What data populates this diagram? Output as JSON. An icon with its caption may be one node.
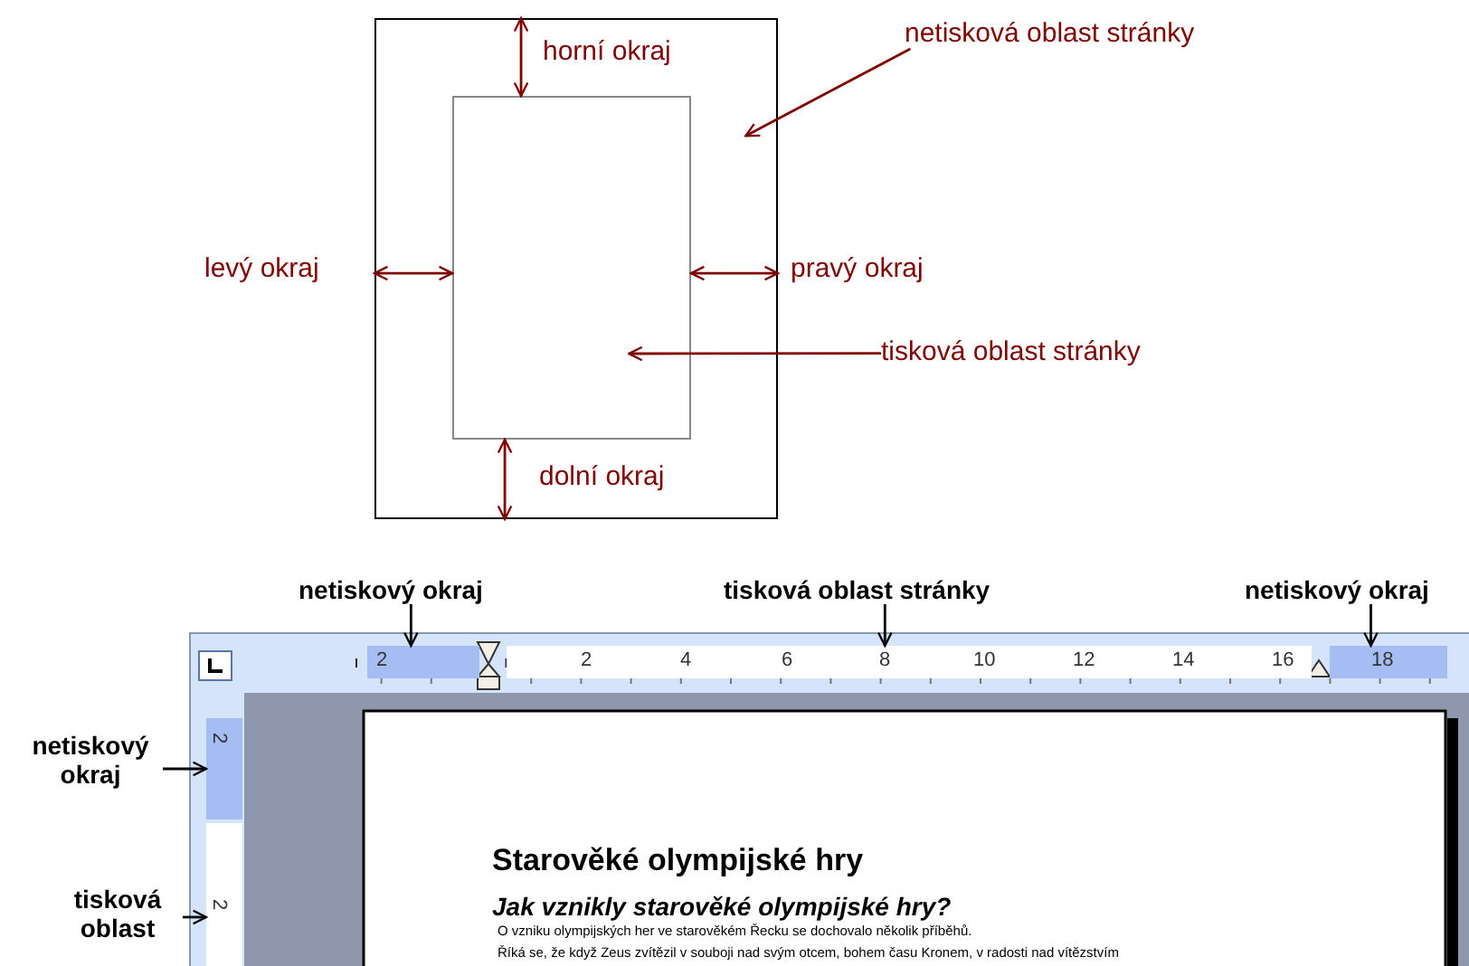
{
  "diagram": {
    "nodes": [
      {
        "text": [],
        "shape": "box"
      },
      {
        "text": [],
        "shape": "box",
        "in": 0
      },
      {
        "text": [
          "netisková oblast stránky"
        ]
      },
      {
        "text": [
          "tisková oblast stránky"
        ]
      },
      {
        "text": [
          "netiskový okraj"
        ]
      },
      {
        "text": [
          "tisková oblast stránky"
        ]
      },
      {
        "text": [
          "netiskový okraj"
        ]
      },
      {
        "text": [],
        "shape": "bar"
      },
      {
        "text": [],
        "shape": "bar"
      },
      {
        "text": [],
        "shape": "bar"
      },
      {
        "text": [
          "netiskový okraj"
        ]
      },
      {
        "text": [
          "tisková oblast"
        ]
      },
      {
        "text": [],
        "shape": "bar"
      },
      {
        "text": [],
        "shape": "bar"
      }
    ],
    "edges": [
      {
        "from": 2,
        "to": 0,
        "arrow": "to"
      },
      {
        "from": 3,
        "to": 1,
        "arrow": "to"
      },
      {
        "from": 0,
        "to": 1,
        "arrow": "both"
      },
      {
        "from": 0,
        "to": 1,
        "arrow": "both"
      },
      {
        "from": 0,
        "to": 1,
        "arrow": "both"
      },
      {
        "from": 0,
        "to": 1,
        "arrow": "both"
      },
      {
        "from": 4,
        "to": 7,
        "arrow": "to",
        "color": "#000000"
      },
      {
        "from": 5,
        "to": 8,
        "arrow": "to",
        "color": "#000000"
      },
      {
        "from": 6,
        "to": 9,
        "arrow": "to",
        "color": "#000000"
      },
      {
        "from": 10,
        "to": 12,
        "arrow": "to",
        "color": "#000000"
      },
      {
        "from": 11,
        "to": 13,
        "arrow": "to",
        "color": "#000000"
      }
    ],
    "labels": [
      "horní okraj",
      "levý okraj",
      "pravý okraj",
      "dolní okraj",
      "2",
      "2",
      "4",
      "6",
      "8",
      "10",
      "12",
      "14",
      "16",
      "18",
      "2",
      "2",
      "Starověké olympijské hry",
      "Jak vznikly starověké olympijské hry?",
      "O vzniku olympijských her ve starověkém Řecku se dochovalo několik příběhů.",
      "Říká se, že když Zeus zvítězil v souboji nad svým otcem, bohem času Kronem, v radosti nad vítězstvím"
    ]
  }
}
